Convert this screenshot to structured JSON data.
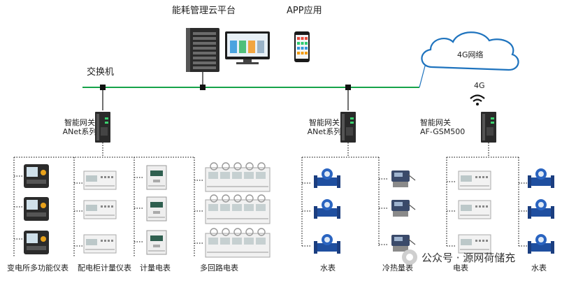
{
  "title": "能耗管理云平台",
  "app_label": "APP应用",
  "switch_label": "交换机",
  "cloud_label": "4G网络",
  "signal_label": "4G",
  "gateways": [
    {
      "line1": "智能网关",
      "line2": "ANet系列"
    },
    {
      "line1": "智能网关",
      "line2": "ANet系列"
    },
    {
      "line1": "智能网关",
      "line2": "AF-GSM500"
    }
  ],
  "device_labels": [
    "变电所多功能仪表",
    "配电柜计量仪表",
    "计量电表",
    "多回路电表",
    "水表",
    "冷热量表",
    "电表",
    "水表"
  ],
  "watermark": "公众号 · 源网荷储充",
  "colors": {
    "bus": "#16a34a",
    "dotted": "#333333",
    "cloud_stroke": "#1e73be",
    "meter_blue": "#1f4fa0"
  }
}
